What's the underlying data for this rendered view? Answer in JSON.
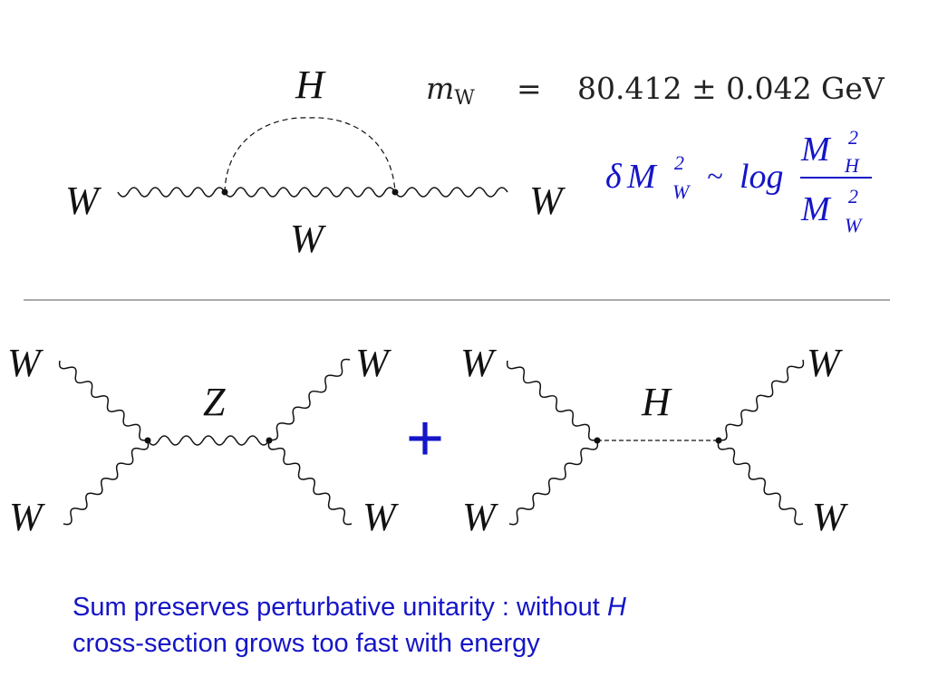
{
  "colors": {
    "accent": "#1515c8",
    "ink": "#111111",
    "rule": "#555555"
  },
  "top_diagram": {
    "left_label": "W",
    "right_label": "W",
    "loop_label": "H",
    "bottom_label": "W"
  },
  "mass_value": {
    "symbol": "m",
    "subscript": "W",
    "equals": "=",
    "value": "80.412 ± 0.042",
    "unit": "GeV"
  },
  "formula": {
    "delta": "δ",
    "M": "M",
    "sup": "2",
    "sub_W": "W",
    "sub_H": "H",
    "tilde": "~",
    "log": "log"
  },
  "bottom_left_diagram": {
    "in_top": "W",
    "in_bottom": "W",
    "out_top": "W",
    "out_bottom": "W",
    "propagator": "Z"
  },
  "plus": "+",
  "bottom_right_diagram": {
    "in_top": "W",
    "in_bottom": "W",
    "out_top": "W",
    "out_bottom": "W",
    "propagator": "H"
  },
  "caption": {
    "line1_start": "Sum preserves perturbative unitarity : without ",
    "line1_italic": "H",
    "line2": "cross-section grows too fast with energy"
  }
}
